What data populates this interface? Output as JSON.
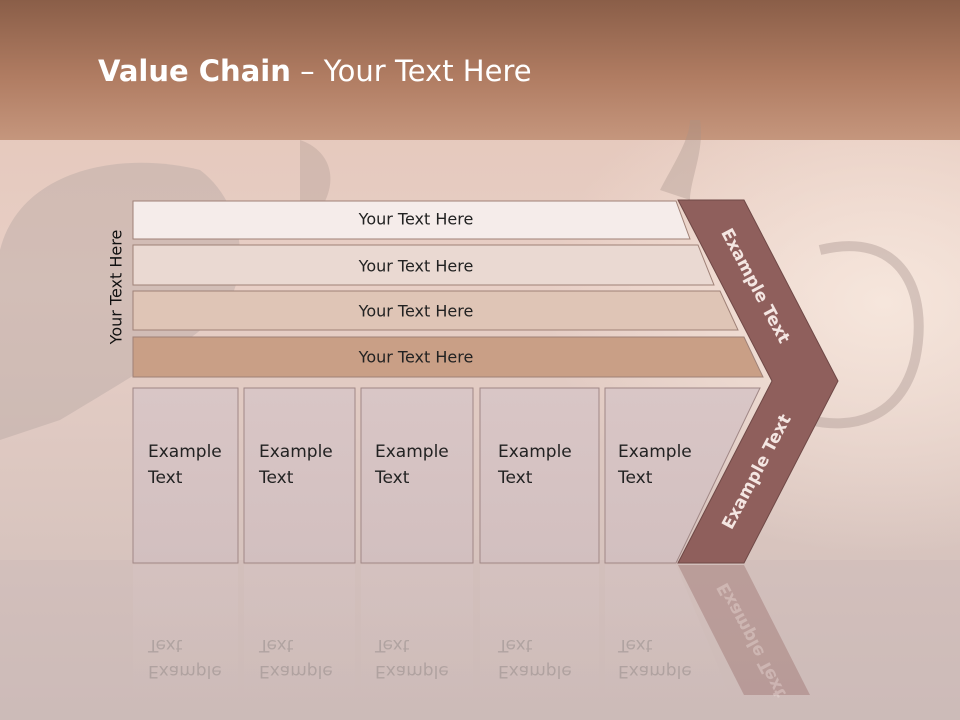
{
  "slide": {
    "title_bold": "Value Chain",
    "title_rest": " – Your Text Here",
    "side_label": "Your Text Here",
    "bars": [
      "Your Text Here",
      "Your Text Here",
      "Your Text Here",
      "Your Text Here"
    ],
    "boxes": [
      {
        "line1": "Example",
        "line2": "Text"
      },
      {
        "line1": "Example",
        "line2": "Text"
      },
      {
        "line1": "Example",
        "line2": "Text"
      },
      {
        "line1": "Example",
        "line2": "Text"
      },
      {
        "line1": "Example",
        "line2": "Text"
      }
    ],
    "chevron_top": "Example Text",
    "chevron_bottom": "Example Text"
  },
  "colors": {
    "header": "#a56f55",
    "bar1": "#f5ecea",
    "bar2": "#ead9d2",
    "bar3": "#dfc5b6",
    "bar4": "#c99f86",
    "box": "#d6c4c4",
    "chevron": "#8f5f5c"
  }
}
